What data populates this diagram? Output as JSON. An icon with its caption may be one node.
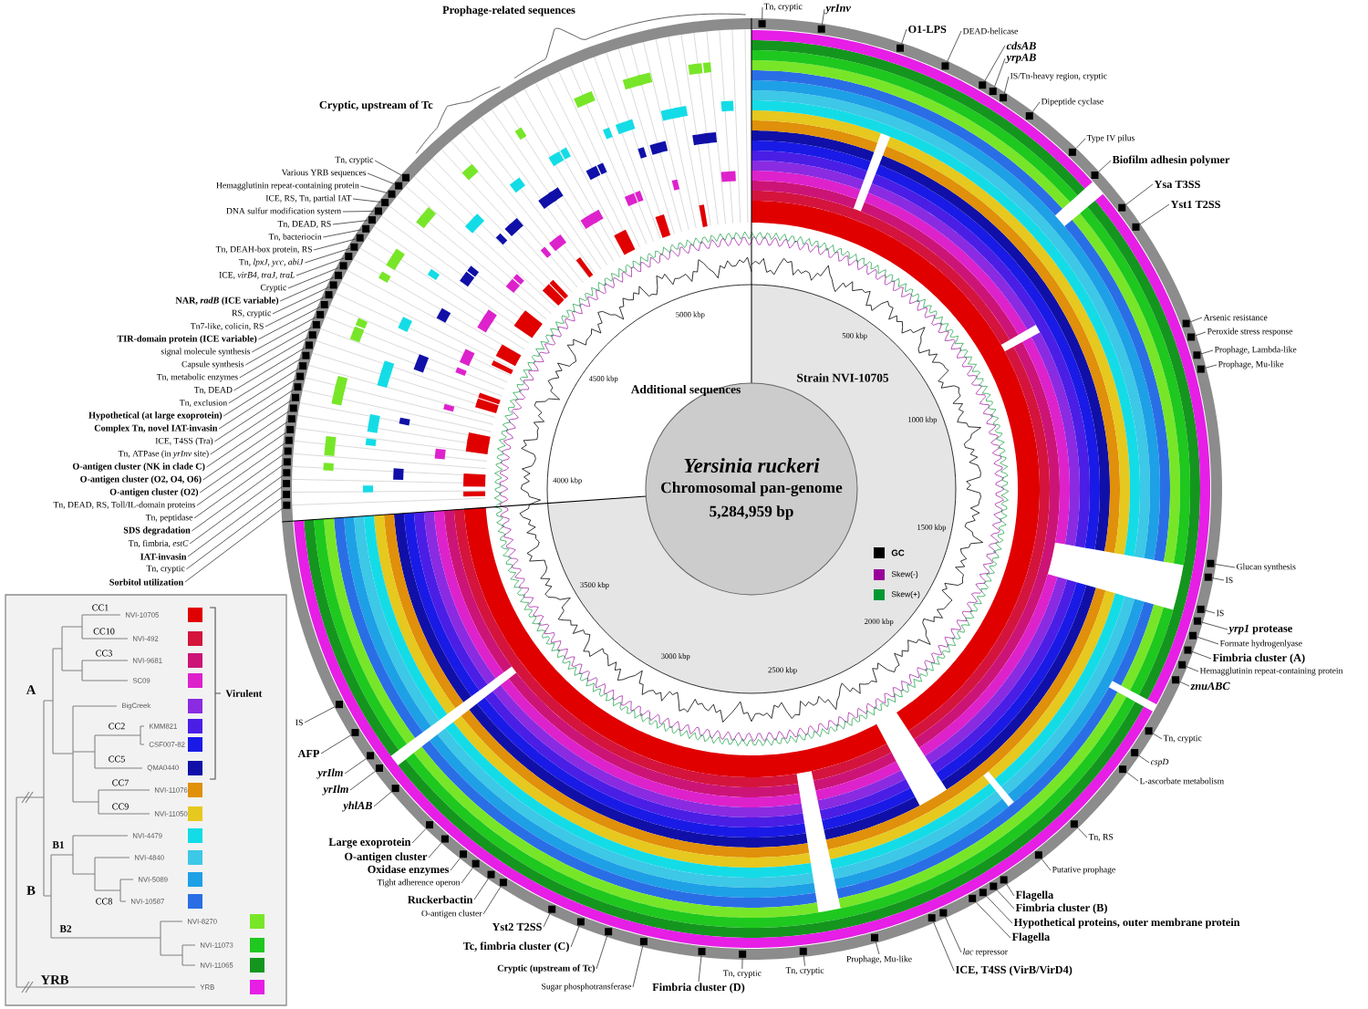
{
  "diagram": {
    "nodes": [
      {
        "text": [
          "Tn, cryptic"
        ]
      },
      {
        "text": [
          "yrInv"
        ]
      },
      {
        "text": [
          "O1-LPS"
        ]
      },
      {
        "text": [
          "DEAD-helicase"
        ]
      },
      {
        "text": [
          "cdsAB"
        ]
      },
      {
        "text": [
          "yrpAB"
        ]
      },
      {
        "text": [
          "IS/Tn-heavy region, cryptic"
        ]
      },
      {
        "text": [
          "Dipeptide cyclase"
        ]
      },
      {
        "text": [
          "Type IV pilus"
        ]
      },
      {
        "text": [
          "Biofilm adhesin polymer"
        ]
      },
      {
        "text": [
          "Ysa T3SS"
        ]
      },
      {
        "text": [
          "Yst1 T2SS"
        ]
      },
      {
        "text": [
          "Arsenic resistance"
        ]
      },
      {
        "text": [
          "Peroxide stress response"
        ]
      },
      {
        "text": [
          "Prophage, Lambda-like"
        ]
      },
      {
        "text": [
          "Prophage, Mu-like"
        ]
      },
      {
        "text": [
          "Glucan synthesis"
        ]
      },
      {
        "text": [
          "IS"
        ]
      },
      {
        "text": [
          "IS"
        ]
      },
      {
        "text": [
          "*yrp1* protease"
        ]
      },
      {
        "text": [
          "Formate hydrogenlyase"
        ]
      },
      {
        "text": [
          "Fimbria cluster (A)"
        ]
      },
      {
        "text": [
          "Hemagglutinin repeat-containing protein"
        ]
      },
      {
        "text": [
          "znuABC"
        ]
      },
      {
        "text": [
          "Tn, cryptic"
        ]
      },
      {
        "text": [
          "cspD"
        ]
      },
      {
        "text": [
          "L-ascorbate metabolism"
        ]
      },
      {
        "text": [
          "Tn, RS"
        ]
      },
      {
        "text": [
          "Putative prophage"
        ]
      },
      {
        "text": [
          "Flagella"
        ]
      },
      {
        "text": [
          "Fimbria cluster (B)"
        ]
      },
      {
        "text": [
          "Hypothetical proteins, outer membrane protein"
        ]
      },
      {
        "text": [
          "Flagella"
        ]
      },
      {
        "text": [
          "*lac* repressor"
        ]
      },
      {
        "text": [
          "ICE, T4SS (VirB/VirD4)"
        ]
      },
      {
        "text": [
          "Prophage, Mu-like"
        ]
      },
      {
        "text": [
          "Tn, cryptic"
        ]
      },
      {
        "text": [
          "Tn, cryptic"
        ]
      },
      {
        "text": [
          "Fimbria cluster (D)"
        ]
      },
      {
        "text": [
          "Sugar phosphotransferase"
        ]
      },
      {
        "text": [
          "Cryptic (upstream of Tc)"
        ]
      },
      {
        "text": [
          "Tc, fimbria cluster (C)"
        ]
      },
      {
        "text": [
          "Yst2 T2SS"
        ]
      },
      {
        "text": [
          "O-antigen cluster"
        ]
      },
      {
        "text": [
          "Ruckerbactin"
        ]
      },
      {
        "text": [
          "Tight adherence operon"
        ]
      },
      {
        "text": [
          "Oxidase enzymes"
        ]
      },
      {
        "text": [
          "O-antigen cluster"
        ]
      },
      {
        "text": [
          "Large exoprotein"
        ]
      },
      {
        "text": [
          "yhlAB"
        ]
      },
      {
        "text": [
          "yrIlm"
        ]
      },
      {
        "text": [
          "yrIlm"
        ]
      },
      {
        "text": [
          "AFP"
        ]
      },
      {
        "text": [
          "IS"
        ]
      },
      {
        "text": [
          "Tn, cryptic"
        ]
      },
      {
        "text": [
          "Various YRB sequences"
        ]
      },
      {
        "text": [
          "Hemagglutinin repeat-containing protein"
        ]
      },
      {
        "text": [
          "ICE, RS, Tn, partial IAT"
        ]
      },
      {
        "text": [
          "DNA sulfur modification system"
        ]
      },
      {
        "text": [
          "Tn, DEAD, RS"
        ]
      },
      {
        "text": [
          "Tn, bacteriocin"
        ]
      },
      {
        "text": [
          "Tn, DEAH-box protein, RS"
        ]
      },
      {
        "text": [
          "Tn, *lpxJ, ycc, abiJ*"
        ]
      },
      {
        "text": [
          "ICE, *virB4, traJ, traL*"
        ]
      },
      {
        "text": [
          "Cryptic"
        ]
      },
      {
        "text": [
          "NAR, *radB* (ICE variable)"
        ]
      },
      {
        "text": [
          "RS, cryptic"
        ]
      },
      {
        "text": [
          "Tn7-like, colicin, RS"
        ]
      },
      {
        "text": [
          "TIR-domain protein (ICE variable)"
        ]
      },
      {
        "text": [
          "signal molecule synthesis"
        ]
      },
      {
        "text": [
          "Capsule synthesis"
        ]
      },
      {
        "text": [
          "Tn, metabolic enzymes"
        ]
      },
      {
        "text": [
          "Tn, DEAD"
        ]
      },
      {
        "text": [
          "Tn, exclusion"
        ]
      },
      {
        "text": [
          "Hypothetical (at large exoprotein)"
        ]
      },
      {
        "text": [
          "Complex Tn, novel IAT-invasin"
        ]
      },
      {
        "text": [
          "ICE, T4SS (Tra)"
        ]
      },
      {
        "text": [
          "Tn, ATPase (in *yrInv* site)"
        ]
      },
      {
        "text": [
          "O-antigen cluster (NK in clade C)"
        ]
      },
      {
        "text": [
          "O-antigen cluster (O2, O4, O6)"
        ]
      },
      {
        "text": [
          "O-antigen cluster (O2)"
        ]
      },
      {
        "text": [
          "Tn, DEAD, RS, Toll/IL-domain proteins"
        ]
      },
      {
        "text": [
          "Tn, peptidase"
        ]
      },
      {
        "text": [
          "SDS degradation"
        ]
      },
      {
        "text": [
          "Tn, fimbria, *estC*"
        ]
      },
      {
        "text": [
          "IAT-invasin"
        ]
      },
      {
        "text": [
          "Tn, cryptic"
        ]
      },
      {
        "text": [
          "Sorbitol utilization"
        ]
      },
      {
        "text": [],
        "shape": "box"
      },
      {
        "text": [],
        "shape": "box"
      },
      {
        "text": [],
        "shape": "box"
      },
      {
        "text": [],
        "shape": "box"
      },
      {
        "text": [],
        "shape": "box"
      },
      {
        "text": [],
        "shape": "box"
      },
      {
        "text": [],
        "shape": "box"
      },
      {
        "text": [],
        "shape": "box"
      },
      {
        "text": [],
        "shape": "box"
      },
      {
        "text": [],
        "shape": "box"
      },
      {
        "text": [],
        "shape": "box"
      },
      {
        "text": [],
        "shape": "box"
      },
      {
        "text": [],
        "shape": "box"
      },
      {
        "text": [],
        "shape": "box"
      },
      {
        "text": [],
        "shape": "box"
      },
      {
        "text": [],
        "shape": "box"
      },
      {
        "text": [],
        "shape": "box"
      },
      {
        "text": [],
        "shape": "box"
      },
      {
        "text": [],
        "shape": "box"
      },
      {
        "text": [],
        "shape": "box"
      },
      {
        "text": [],
        "shape": "box"
      },
      {
        "text": [],
        "shape": "box"
      },
      {
        "text": [],
        "shape": "box"
      },
      {
        "text": [],
        "shape": "box"
      },
      {
        "text": [],
        "shape": "box"
      },
      {
        "text": [],
        "shape": "box"
      },
      {
        "text": [],
        "shape": "box"
      },
      {
        "text": [],
        "shape": "box"
      },
      {
        "text": [],
        "shape": "box"
      },
      {
        "text": [],
        "shape": "box"
      },
      {
        "text": [],
        "shape": "box"
      },
      {
        "text": [],
        "shape": "box"
      },
      {
        "text": [],
        "shape": "box"
      },
      {
        "text": [],
        "shape": "box"
      },
      {
        "text": [],
        "shape": "box"
      },
      {
        "text": [],
        "shape": "box"
      },
      {
        "text": [],
        "shape": "box"
      },
      {
        "text": [],
        "shape": "box"
      },
      {
        "text": [],
        "shape": "box"
      },
      {
        "text": [],
        "shape": "box"
      },
      {
        "text": [],
        "shape": "box"
      },
      {
        "text": [],
        "shape": "box"
      },
      {
        "text": [],
        "shape": "box"
      },
      {
        "text": [],
        "shape": "box"
      },
      {
        "text": [],
        "shape": "box"
      },
      {
        "text": [],
        "shape": "box"
      },
      {
        "text": [],
        "shape": "box"
      },
      {
        "text": [],
        "shape": "box"
      },
      {
        "text": [],
        "shape": "box"
      },
      {
        "text": [],
        "shape": "box"
      },
      {
        "text": [],
        "shape": "box"
      },
      {
        "text": [],
        "shape": "box"
      },
      {
        "text": [],
        "shape": "box"
      },
      {
        "text": [],
        "shape": "box"
      },
      {
        "text": [],
        "shape": "box"
      },
      {
        "text": [],
        "shape": "box"
      },
      {
        "text": [],
        "shape": "box"
      },
      {
        "text": [],
        "shape": "box"
      },
      {
        "text": [],
        "shape": "box"
      },
      {
        "text": [],
        "shape": "box"
      },
      {
        "text": [],
        "shape": "box"
      },
      {
        "text": [],
        "shape": "box"
      },
      {
        "text": [],
        "shape": "box"
      },
      {
        "text": [],
        "shape": "box"
      },
      {
        "text": [],
        "shape": "box"
      },
      {
        "text": [],
        "shape": "box"
      },
      {
        "text": [],
        "shape": "box"
      },
      {
        "text": [],
        "shape": "box"
      },
      {
        "text": [],
        "shape": "box"
      },
      {
        "text": [],
        "shape": "box"
      },
      {
        "text": [],
        "shape": "box"
      },
      {
        "text": [],
        "shape": "box"
      },
      {
        "text": [],
        "shape": "box"
      },
      {
        "text": [],
        "shape": "box"
      },
      {
        "text": [],
        "shape": "box"
      },
      {
        "text": [],
        "shape": "box"
      },
      {
        "text": [],
        "shape": "box"
      },
      {
        "text": [],
        "shape": "box"
      },
      {
        "text": [],
        "shape": "box"
      },
      {
        "text": [],
        "shape": "box"
      },
      {
        "text": [],
        "shape": "box"
      },
      {
        "text": [],
        "shape": "box"
      },
      {
        "text": [],
        "shape": "box"
      },
      {
        "text": [],
        "shape": "box"
      },
      {
        "text": [],
        "shape": "box"
      },
      {
        "text": [],
        "shape": "box"
      },
      {
        "text": [],
        "shape": "box"
      },
      {
        "text": [],
        "shape": "box"
      }
    ],
    "edges": [
      {
        "from": 0,
        "to": 88,
        "arrow": "none"
      },
      {
        "from": 1,
        "to": 89,
        "arrow": "none"
      },
      {
        "from": 2,
        "to": 90,
        "arrow": "none"
      },
      {
        "from": 3,
        "to": 91,
        "arrow": "none"
      },
      {
        "from": 4,
        "to": 92,
        "arrow": "none"
      },
      {
        "from": 5,
        "to": 93,
        "arrow": "none"
      },
      {
        "from": 6,
        "to": 94,
        "arrow": "none"
      },
      {
        "from": 7,
        "to": 95,
        "arrow": "none"
      },
      {
        "from": 8,
        "to": 96,
        "arrow": "none"
      },
      {
        "from": 9,
        "to": 97,
        "arrow": "none"
      },
      {
        "from": 10,
        "to": 98,
        "arrow": "none"
      },
      {
        "from": 11,
        "to": 99,
        "arrow": "none"
      },
      {
        "from": 12,
        "to": 100,
        "arrow": "none"
      },
      {
        "from": 13,
        "to": 101,
        "arrow": "none"
      },
      {
        "from": 14,
        "to": 102,
        "arrow": "none"
      },
      {
        "from": 15,
        "to": 103,
        "arrow": "none"
      },
      {
        "from": 16,
        "to": 104,
        "arrow": "none"
      },
      {
        "from": 17,
        "to": 105,
        "arrow": "none"
      },
      {
        "from": 18,
        "to": 106,
        "arrow": "none"
      },
      {
        "from": 19,
        "to": 107,
        "arrow": "none"
      },
      {
        "from": 20,
        "to": 108,
        "arrow": "none"
      },
      {
        "from": 21,
        "to": 109,
        "arrow": "none"
      },
      {
        "from": 22,
        "to": 110,
        "arrow": "none"
      },
      {
        "from": 23,
        "to": 111,
        "arrow": "none"
      },
      {
        "from": 24,
        "to": 112,
        "arrow": "none"
      },
      {
        "from": 25,
        "to": 113,
        "arrow": "none"
      },
      {
        "from": 26,
        "to": 114,
        "arrow": "none"
      },
      {
        "from": 27,
        "to": 115,
        "arrow": "none"
      },
      {
        "from": 28,
        "to": 116,
        "arrow": "none"
      },
      {
        "from": 29,
        "to": 117,
        "arrow": "none"
      },
      {
        "from": 30,
        "to": 118,
        "arrow": "none"
      },
      {
        "from": 31,
        "to": 119,
        "arrow": "none"
      },
      {
        "from": 32,
        "to": 120,
        "arrow": "none"
      },
      {
        "from": 33,
        "to": 121,
        "arrow": "none"
      },
      {
        "from": 34,
        "to": 122,
        "arrow": "none"
      },
      {
        "from": 35,
        "to": 123,
        "arrow": "none"
      },
      {
        "from": 36,
        "to": 124,
        "arrow": "none"
      },
      {
        "from": 37,
        "to": 125,
        "arrow": "none"
      },
      {
        "from": 38,
        "to": 126,
        "arrow": "none"
      },
      {
        "from": 39,
        "to": 127,
        "arrow": "none"
      },
      {
        "from": 40,
        "to": 128,
        "arrow": "none"
      },
      {
        "from": 41,
        "to": 129,
        "arrow": "none"
      },
      {
        "from": 42,
        "to": 130,
        "arrow": "none"
      },
      {
        "from": 43,
        "to": 131,
        "arrow": "none"
      },
      {
        "from": 44,
        "to": 132,
        "arrow": "none"
      },
      {
        "from": 45,
        "to": 133,
        "arrow": "none"
      },
      {
        "from": 46,
        "to": 134,
        "arrow": "none"
      },
      {
        "from": 47,
        "to": 135,
        "arrow": "none"
      },
      {
        "from": 48,
        "to": 136,
        "arrow": "none"
      },
      {
        "from": 49,
        "to": 137,
        "arrow": "none"
      },
      {
        "from": 50,
        "to": 138,
        "arrow": "none"
      },
      {
        "from": 51,
        "to": 139,
        "arrow": "none"
      },
      {
        "from": 52,
        "to": 140,
        "arrow": "none"
      },
      {
        "from": 53,
        "to": 141,
        "arrow": "none"
      },
      {
        "from": 54,
        "to": 142,
        "arrow": "none"
      },
      {
        "from": 55,
        "to": 143,
        "arrow": "none"
      },
      {
        "from": 56,
        "to": 144,
        "arrow": "none"
      },
      {
        "from": 57,
        "to": 145,
        "arrow": "none"
      },
      {
        "from": 58,
        "to": 146,
        "arrow": "none"
      },
      {
        "from": 59,
        "to": 147,
        "arrow": "none"
      },
      {
        "from": 60,
        "to": 148,
        "arrow": "none"
      },
      {
        "from": 61,
        "to": 149,
        "arrow": "none"
      },
      {
        "from": 62,
        "to": 150,
        "arrow": "none"
      },
      {
        "from": 63,
        "to": 151,
        "arrow": "none"
      },
      {
        "from": 64,
        "to": 152,
        "arrow": "none"
      },
      {
        "from": 65,
        "to": 153,
        "arrow": "none"
      },
      {
        "from": 66,
        "to": 154,
        "arrow": "none"
      },
      {
        "from": 67,
        "to": 155,
        "arrow": "none"
      },
      {
        "from": 68,
        "to": 156,
        "arrow": "none"
      },
      {
        "from": 69,
        "to": 157,
        "arrow": "none"
      },
      {
        "from": 70,
        "to": 158,
        "arrow": "none"
      },
      {
        "from": 71,
        "to": 159,
        "arrow": "none"
      },
      {
        "from": 72,
        "to": 160,
        "arrow": "none"
      },
      {
        "from": 73,
        "to": 161,
        "arrow": "none"
      },
      {
        "from": 74,
        "to": 162,
        "arrow": "none"
      },
      {
        "from": 75,
        "to": 163,
        "arrow": "none"
      },
      {
        "from": 76,
        "to": 164,
        "arrow": "none"
      },
      {
        "from": 77,
        "to": 165,
        "arrow": "none"
      },
      {
        "from": 78,
        "to": 166,
        "arrow": "none"
      },
      {
        "from": 79,
        "to": 167,
        "arrow": "none"
      },
      {
        "from": 80,
        "to": 168,
        "arrow": "none"
      },
      {
        "from": 81,
        "to": 169,
        "arrow": "none"
      },
      {
        "from": 82,
        "to": 170,
        "arrow": "none"
      },
      {
        "from": 83,
        "to": 171,
        "arrow": "none"
      },
      {
        "from": 84,
        "to": 172,
        "arrow": "none"
      },
      {
        "from": 85,
        "to": 173,
        "arrow": "none"
      },
      {
        "from": 86,
        "to": 174,
        "arrow": "none"
      },
      {
        "from": 87,
        "to": 175,
        "arrow": "none"
      }
    ],
    "labels": [
      "Prophage-related sequences",
      "Cryptic, upstream of Tc",
      "Additional sequences",
      "Strain NVI-10705",
      "Yersinia ruckeri",
      "Chromosomal pan-genome",
      "5,284,959 bp",
      "500 kbp",
      "1000 kbp",
      "1500 kbp",
      "2000 kbp",
      "2500 kbp",
      "3000 kbp",
      "3500 kbp",
      "4000 kbp",
      "4500 kbp",
      "5000 kbp",
      "CC1",
      "CC10",
      "CC3",
      "A",
      "CC2",
      "CC5",
      "CC7",
      "CC9",
      "B1",
      "CC8",
      "B",
      "B2",
      "YRB",
      "Virulent"
    ],
    "legend": [
      {
        "text": "GC",
        "color": "#000000"
      },
      {
        "text": "Skew(-)",
        "color": "#990099"
      },
      {
        "text": "Skew(+)",
        "color": "#009933"
      },
      {
        "text": "NVI-10705",
        "color": "#e00000"
      },
      {
        "text": "NVI-492",
        "color": "#d4143c"
      },
      {
        "text": "NVI-9681",
        "color": "#cc1477"
      },
      {
        "text": "SC09",
        "color": "#dd22cc"
      },
      {
        "text": "BigCreek",
        "color": "#8a2be2"
      },
      {
        "text": "KMM821",
        "color": "#4b1ee6"
      },
      {
        "text": "CSF007-82",
        "color": "#1a1ae6"
      },
      {
        "text": "QMA0440",
        "color": "#1010a8"
      },
      {
        "text": "NVI-11076",
        "color": "#e0900a"
      },
      {
        "text": "NVI-11050",
        "color": "#e6c81e"
      },
      {
        "text": "NVI-4479",
        "color": "#14dce6"
      },
      {
        "text": "NVI-4840",
        "color": "#3cc8e6"
      },
      {
        "text": "NVI-5089",
        "color": "#1ea0e6"
      },
      {
        "text": "NVI-10587",
        "color": "#2a6ee6"
      },
      {
        "text": "NVI-8270",
        "color": "#78e628"
      },
      {
        "text": "NVI-11073",
        "color": "#1ec81e"
      },
      {
        "text": "NVI-11065",
        "color": "#14961e"
      },
      {
        "text": "YRB",
        "color": "#e61ee6"
      }
    ]
  }
}
